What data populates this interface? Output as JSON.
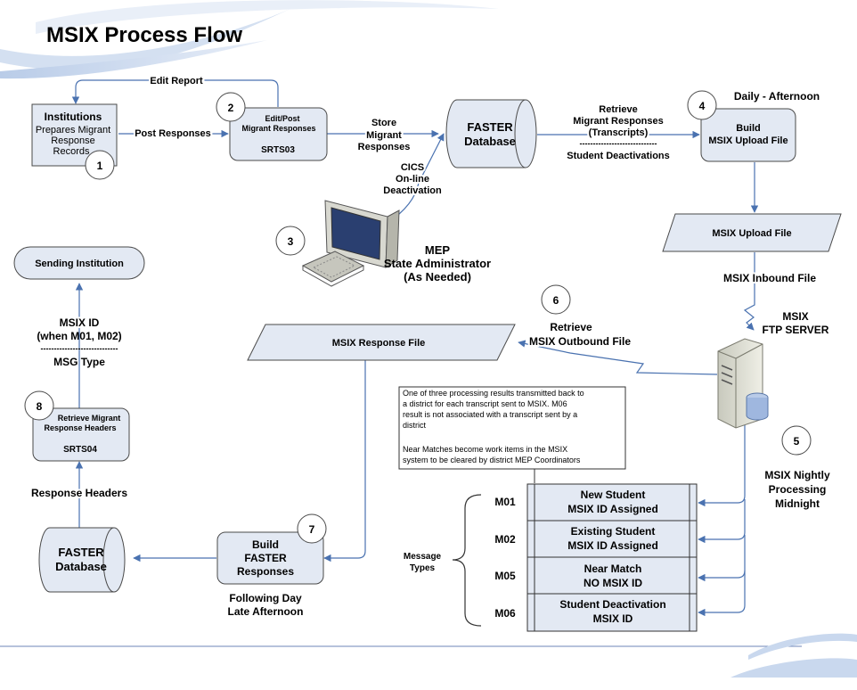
{
  "title": "MSIX Process Flow",
  "colors": {
    "box_fill": "#e3e9f3",
    "stroke": "#4a4a4a",
    "arrow": "#4a72b0",
    "swoosh": "#c9d8ee",
    "title_text": "#000000"
  },
  "nodes": {
    "institutions": {
      "title": "Institutions",
      "line1": "Prepares Migrant",
      "line2": "Response",
      "line3": "Records",
      "step": "1"
    },
    "edit_post": {
      "line1": "Edit/Post",
      "line2": "Migrant Responses",
      "code": "SRTS03",
      "step": "2"
    },
    "admin": {
      "step": "3",
      "line1": "MEP",
      "line2": "State Administrator",
      "line3": "(As Needed)"
    },
    "faster_top": {
      "line1": "FASTER",
      "line2": "Database"
    },
    "build_upload": {
      "line1": "Build",
      "line2": "MSIX Upload File",
      "step": "4",
      "caption": "Daily - Afternoon"
    },
    "upload_file": {
      "label": "MSIX Upload File"
    },
    "ftp_server": {
      "line1": "MSIX",
      "line2": "FTP SERVER"
    },
    "nightly": {
      "step": "5",
      "line1": "MSIX Nightly",
      "line2": "Processing",
      "line3": "Midnight"
    },
    "retrieve_out": {
      "step": "6",
      "line1": "Retrieve",
      "line2": "MSIX Outbound File"
    },
    "response_file": {
      "label": "MSIX Response File"
    },
    "build_faster": {
      "line1": "Build",
      "line2": "FASTER",
      "line3": "Responses",
      "step": "7",
      "caption1": "Following Day",
      "caption2": "Late Afternoon"
    },
    "faster_bottom": {
      "line1": "FASTER",
      "line2": "Database"
    },
    "retrieve_headers": {
      "step": "8",
      "line1": "Retrieve Migrant",
      "line2": "Response Headers",
      "code": "SRTS04"
    },
    "sending": {
      "label": "Sending Institution"
    }
  },
  "edges": {
    "edit_report": "Edit Report",
    "post_responses": "Post Responses",
    "store": {
      "line1": "Store",
      "line2": "Migrant",
      "line3": "Responses"
    },
    "cics": {
      "line1": "CICS",
      "line2": "On-line",
      "line3": "Deactivation"
    },
    "retrieve_transcripts": {
      "line1": "Retrieve",
      "line2": "Migrant Responses",
      "line3": "(Transcripts)",
      "divider": "-----------------------------",
      "line4": "Student Deactivations"
    },
    "inbound": "MSIX Inbound File",
    "response_headers": "Response Headers",
    "msix_id": {
      "line1": "MSIX ID",
      "line2": "(when M01, M02)",
      "divider": "-----------------------------",
      "line3": "MSG Type"
    }
  },
  "note": {
    "p1_l1": "One of three processing results transmitted back to",
    "p1_l2": "a district for each transcript sent to MSIX.  M06",
    "p1_l3": "result is not associated with a transcript sent by a",
    "p1_l4": "district",
    "p2_l1": "Near Matches become work items in the MSIX",
    "p2_l2": "system to be cleared by district MEP Coordinators"
  },
  "message_types": {
    "label1": "Message",
    "label2": "Types",
    "rows": [
      {
        "code": "M01",
        "line1": "New Student",
        "line2": "MSIX ID Assigned"
      },
      {
        "code": "M02",
        "line1": "Existing Student",
        "line2": "MSIX ID Assigned"
      },
      {
        "code": "M05",
        "line1": "Near Match",
        "line2": "NO MSIX ID"
      },
      {
        "code": "M06",
        "line1": "Student Deactivation",
        "line2": "MSIX ID"
      }
    ]
  }
}
